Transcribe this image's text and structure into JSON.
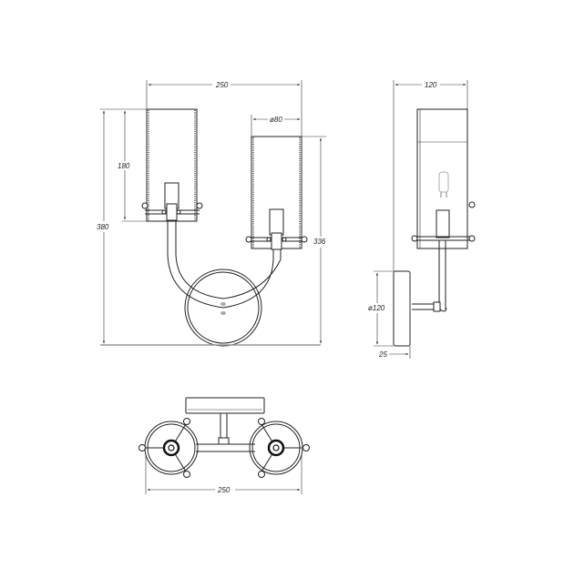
{
  "drawing": {
    "title": "Wall sconce technical drawing",
    "views": {
      "front": {
        "width_label": "250",
        "shade_diameter_label": "ø80",
        "shade_height_label": "180",
        "total_height_label": "380",
        "right_height_label": "336"
      },
      "side": {
        "depth_label": "120",
        "base_diameter_label": "ø120",
        "base_thickness_label": "25"
      },
      "top": {
        "width_label": "250"
      }
    },
    "colors": {
      "line": "#222222",
      "background": "#ffffff",
      "shade_fill": "#f2f2f2"
    }
  }
}
